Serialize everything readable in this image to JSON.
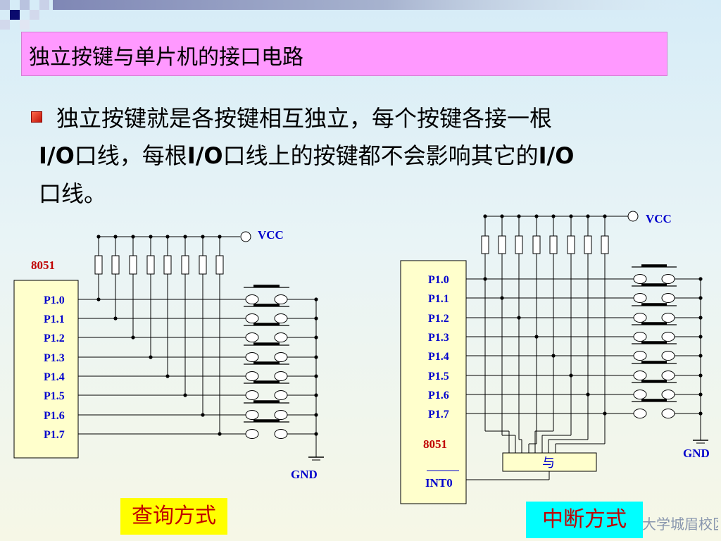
{
  "title": "独立按键与单片机的接口电路",
  "body": {
    "line1": "独立按键就是各按键相互独立，每个按键各接一根",
    "line2_a": "I/O",
    "line2_b": "口线，每根",
    "line2_c": "I/O",
    "line2_d": "口线上的按键都不会影响其它的",
    "line2_e": "I/O",
    "line3": "口线。"
  },
  "left_circuit": {
    "chip": "8051",
    "pins": [
      "P1.0",
      "P1.1",
      "P1.2",
      "P1.3",
      "P1.4",
      "P1.5",
      "P1.6",
      "P1.7"
    ],
    "vcc": "VCC",
    "gnd": "GND"
  },
  "right_circuit": {
    "chip": "8051",
    "pins": [
      "P1.0",
      "P1.1",
      "P1.2",
      "P1.3",
      "P1.4",
      "P1.5",
      "P1.6",
      "P1.7"
    ],
    "vcc": "VCC",
    "gnd": "GND",
    "and_gate": "与",
    "int_pin": "INT0"
  },
  "captions": {
    "polling": "查询方式",
    "interrupt": "中断方式"
  },
  "watermark": "大学城眉校区",
  "colors": {
    "banner": "#ff99ff",
    "chip": "#ffffcc",
    "chip_label": "#c00000",
    "pin_label": "#0000cc",
    "polling_bg": "#ffff00",
    "interrupt_bg": "#00ffff"
  }
}
